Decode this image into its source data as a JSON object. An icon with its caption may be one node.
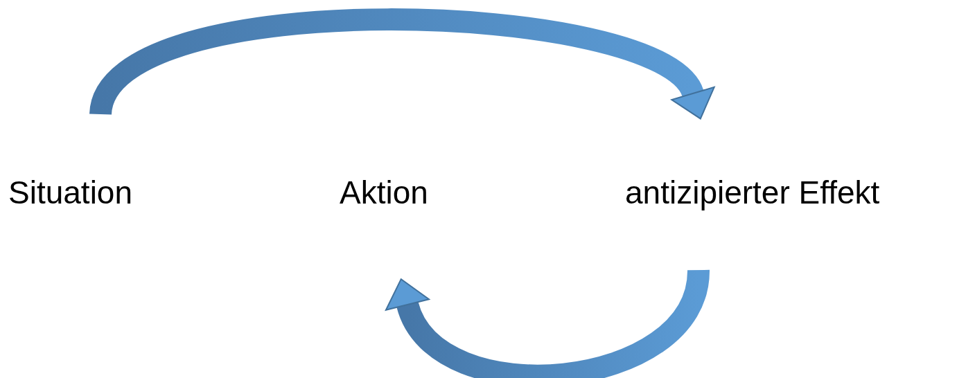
{
  "diagram": {
    "nodes": [
      {
        "text": [
          "Situation"
        ]
      },
      {
        "text": [
          "Aktion"
        ]
      },
      {
        "text": [
          "antizipierter Effekt"
        ]
      }
    ],
    "edges": [
      {
        "from": 0,
        "to": 2,
        "arrow": "to"
      },
      {
        "from": 2,
        "to": 1,
        "arrow": "to"
      }
    ]
  }
}
